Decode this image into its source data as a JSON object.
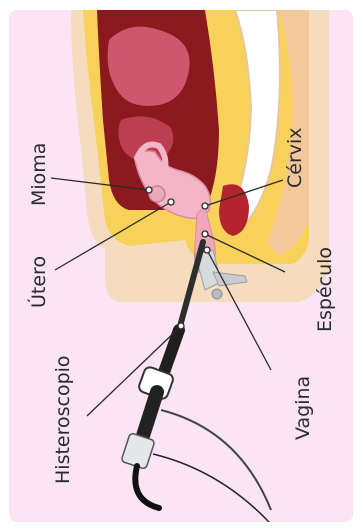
{
  "labels": {
    "mioma": "Mioma",
    "utero": "Útero",
    "histeroscopio": "Histeroscopio",
    "cervix": "Cérvix",
    "especulo": "Espéculo",
    "vagina": "Vagina"
  },
  "colors": {
    "background": "#fbe4f4",
    "skin": "#f6dcbf",
    "fat": "#f7d15a",
    "muscle": "#8b1a1f",
    "uterus": "#f2b6c8",
    "leader": "#2b2b2b"
  }
}
